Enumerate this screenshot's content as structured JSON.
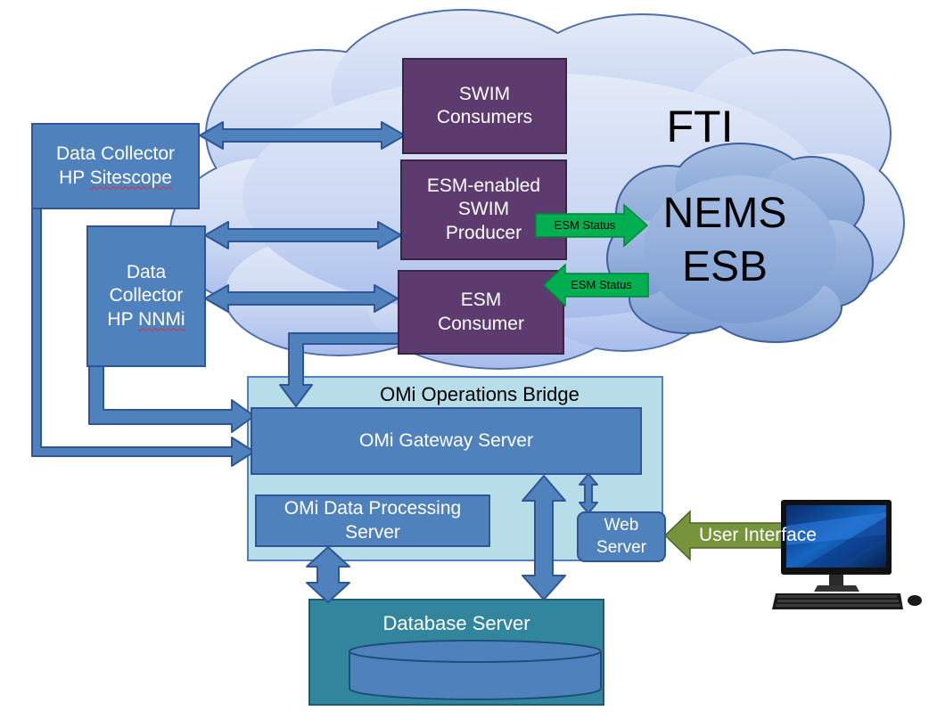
{
  "cloud_fti": {
    "label": "FTI"
  },
  "cloud_nems": {
    "line1": "NEMS",
    "line2": "ESB"
  },
  "swim_consumers": {
    "label": "SWIM\nConsumers"
  },
  "esm_producer": {
    "label": "ESM-enabled\nSWIM\nProducer"
  },
  "esm_consumer": {
    "label": "ESM\nConsumer"
  },
  "dc_sitescope": {
    "line1": "Data Collector",
    "line2_prefix": "HP ",
    "line2_word": "Sitescope"
  },
  "dc_nnmi": {
    "line1": "Data\nCollector",
    "line3_prefix": "HP ",
    "line3_word": "NNMi"
  },
  "status_out": {
    "label": "ESM Status"
  },
  "status_in": {
    "label": "ESM Status"
  },
  "omi_bridge": {
    "title": "OMi Operations Bridge"
  },
  "gateway": {
    "label": "OMi Gateway Server"
  },
  "dps": {
    "label": "OMi Data Processing\nServer"
  },
  "web_server": {
    "label": "Web\nServer"
  },
  "user_interface": {
    "label": "User Interface"
  },
  "database": {
    "label": "Database Server"
  },
  "colors": {
    "purple_box": "#5e3b6e",
    "blue_box": "#4f81bd",
    "bridge_fill": "#b7dde8",
    "db_fill": "#31859c",
    "green_arrow": "#00b050",
    "ui_arrow": "#77933c"
  }
}
